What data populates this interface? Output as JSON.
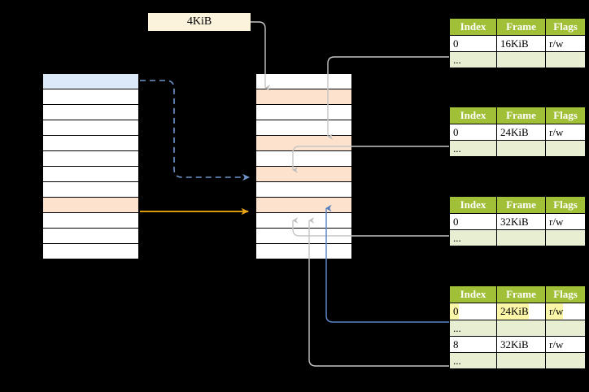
{
  "diagram": {
    "title": "page-table-walk-diagram",
    "label_box": {
      "text": "4KiB"
    },
    "colors": {
      "header_green": "#a2c037",
      "alt_row_green": "#e8eed2",
      "highlight_yellow": "#fcf6a8",
      "row_peach": "#fde3cd",
      "row_blue": "#dce9f9",
      "label_cream": "#fcf3dd",
      "arrow_orange": "#e8a317",
      "arrow_blue": "#5b87c7",
      "arrow_gray": "#b3b3b3",
      "background": "#000000"
    },
    "virtual_column": {
      "name": "virtual-address-space-column",
      "row_count": 12,
      "rows": [
        {
          "index": 0,
          "fill": "blue"
        },
        {
          "index": 1,
          "fill": "white"
        },
        {
          "index": 2,
          "fill": "white"
        },
        {
          "index": 3,
          "fill": "white"
        },
        {
          "index": 4,
          "fill": "white"
        },
        {
          "index": 5,
          "fill": "white"
        },
        {
          "index": 6,
          "fill": "white"
        },
        {
          "index": 7,
          "fill": "white"
        },
        {
          "index": 8,
          "fill": "peach"
        },
        {
          "index": 9,
          "fill": "white"
        },
        {
          "index": 10,
          "fill": "white"
        },
        {
          "index": 11,
          "fill": "white"
        }
      ]
    },
    "physical_column": {
      "name": "physical-memory-column",
      "row_count": 12,
      "rows": [
        {
          "index": 0,
          "fill": "white"
        },
        {
          "index": 1,
          "fill": "peach"
        },
        {
          "index": 2,
          "fill": "white"
        },
        {
          "index": 3,
          "fill": "white"
        },
        {
          "index": 4,
          "fill": "peach"
        },
        {
          "index": 5,
          "fill": "white"
        },
        {
          "index": 6,
          "fill": "peach"
        },
        {
          "index": 7,
          "fill": "white"
        },
        {
          "index": 8,
          "fill": "peach"
        },
        {
          "index": 9,
          "fill": "white"
        },
        {
          "index": 10,
          "fill": "white"
        },
        {
          "index": 11,
          "fill": "white"
        }
      ]
    },
    "tables": [
      {
        "name": "page-table-level-1",
        "columns": [
          "Index",
          "Frame",
          "Flags"
        ],
        "rows": [
          {
            "cells": [
              "0",
              "16KiB",
              "r/w"
            ],
            "alt": false,
            "highlight": []
          },
          {
            "cells": [
              "...",
              "",
              ""
            ],
            "alt": true,
            "highlight": []
          }
        ]
      },
      {
        "name": "page-table-level-2",
        "columns": [
          "Index",
          "Frame",
          "Flags"
        ],
        "rows": [
          {
            "cells": [
              "0",
              "24KiB",
              "r/w"
            ],
            "alt": false,
            "highlight": []
          },
          {
            "cells": [
              "...",
              "",
              ""
            ],
            "alt": true,
            "highlight": []
          }
        ]
      },
      {
        "name": "page-table-level-3",
        "columns": [
          "Index",
          "Frame",
          "Flags"
        ],
        "rows": [
          {
            "cells": [
              "0",
              "32KiB",
              "r/w"
            ],
            "alt": false,
            "highlight": []
          },
          {
            "cells": [
              "...",
              "",
              ""
            ],
            "alt": true,
            "highlight": []
          }
        ]
      },
      {
        "name": "page-table-level-4",
        "columns": [
          "Index",
          "Frame",
          "Flags"
        ],
        "rows": [
          {
            "cells": [
              "0",
              "24KiB",
              "r/w"
            ],
            "alt": false,
            "highlight": [
              0,
              1,
              2
            ]
          },
          {
            "cells": [
              "...",
              "",
              ""
            ],
            "alt": true,
            "highlight": []
          },
          {
            "cells": [
              "8",
              "32KiB",
              "r/w"
            ],
            "alt": false,
            "highlight": []
          },
          {
            "cells": [
              "...",
              "",
              ""
            ],
            "alt": true,
            "highlight": []
          }
        ]
      }
    ]
  }
}
